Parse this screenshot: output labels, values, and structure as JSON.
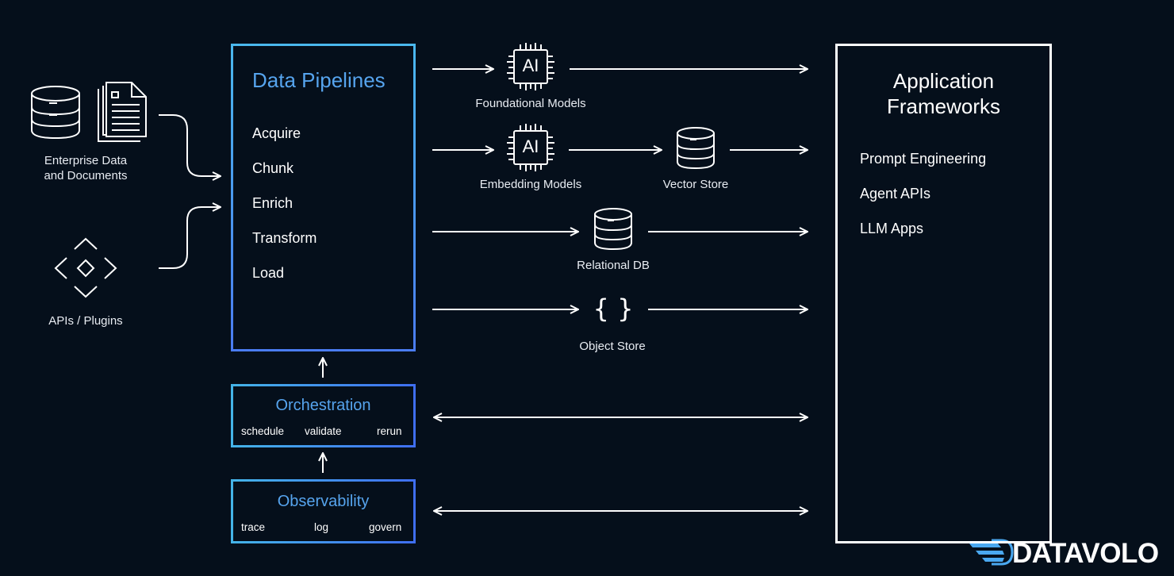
{
  "sources": {
    "enterprise_label": [
      "Enterprise Data",
      "and Documents"
    ],
    "apis_label": "APIs / Plugins"
  },
  "pipelines": {
    "title": "Data Pipelines",
    "steps": [
      "Acquire",
      "Chunk",
      "Enrich",
      "Transform",
      "Load"
    ]
  },
  "orchestration": {
    "title": "Orchestration",
    "items": [
      "schedule",
      "validate",
      "rerun"
    ]
  },
  "observability": {
    "title": "Observability",
    "items": [
      "trace",
      "log",
      "govern"
    ]
  },
  "targets": {
    "foundational_models": "Foundational Models",
    "embedding_models": "Embedding Models",
    "vector_store": "Vector Store",
    "relational_db": "Relational DB",
    "object_store": "Object Store",
    "ai_chip_text": "AI",
    "object_store_glyph": "{ }"
  },
  "app_frameworks": {
    "title": [
      "Application",
      "Frameworks"
    ],
    "items": [
      "Prompt Engineering",
      "Agent APIs",
      "LLM Apps"
    ]
  },
  "brand": {
    "name": "DATAVOLO",
    "colors": {
      "accent_blue": "#56a4ee",
      "cyan": "#4ab8ee",
      "deep_blue": "#3f6ef0",
      "background": "#050f1b"
    }
  }
}
